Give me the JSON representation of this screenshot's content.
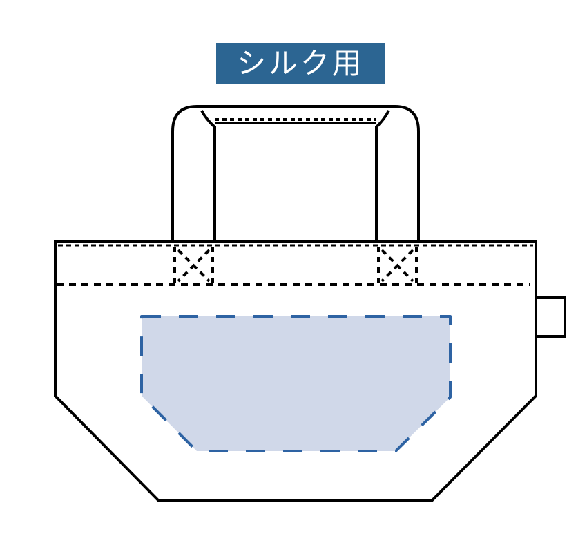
{
  "label": {
    "text": "シルク用",
    "background_color": "#2c6592",
    "text_color": "#ffffff"
  },
  "diagram": {
    "subject": "tote-bag-outline",
    "outline_color": "#000000",
    "print_area": {
      "name": "silk-print-area",
      "fill_color": "#d0d8e9",
      "stroke_color": "#2e63a3"
    },
    "parts": [
      "handle",
      "bag-body",
      "top-hem-stitch",
      "handle-cross-stitches",
      "side-tab",
      "print-area"
    ]
  }
}
